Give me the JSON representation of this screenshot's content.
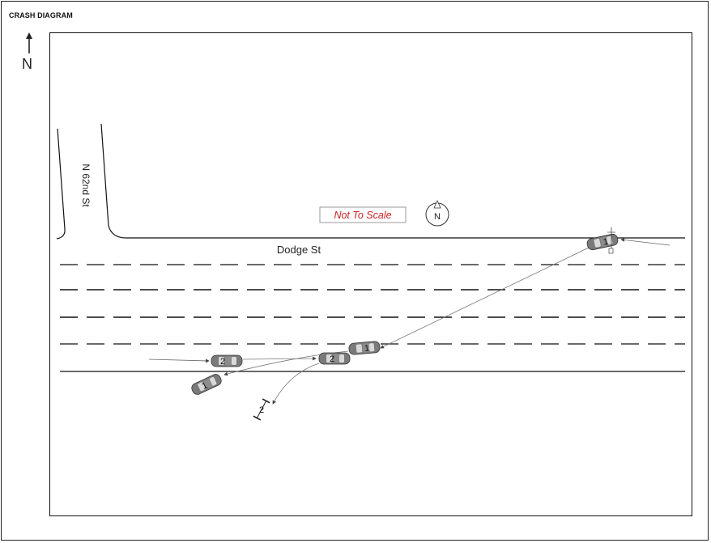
{
  "header": {
    "title": "CRASH DIAGRAM"
  },
  "page_north": {
    "label": "N"
  },
  "diagram": {
    "not_to_scale": "Not To Scale",
    "compass_label": "N",
    "streets": {
      "main": "Dodge St",
      "side": "N 62nd St"
    },
    "vehicles": [
      {
        "id": "v1-final",
        "label": "1"
      },
      {
        "id": "v1-impact",
        "label": "1"
      },
      {
        "id": "v1-rest",
        "label": "1"
      },
      {
        "id": "v2-approach",
        "label": "2"
      },
      {
        "id": "v2-impact",
        "label": "2"
      },
      {
        "id": "v2-rest",
        "label": "2"
      }
    ],
    "colors": {
      "vehicle_fill": "#7a7a7a",
      "stamp_text": "#cc2222",
      "road_line": "#111111"
    }
  }
}
